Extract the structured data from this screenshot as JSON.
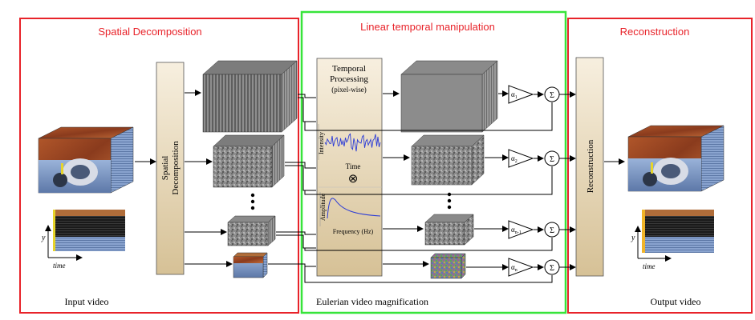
{
  "sections": {
    "spatial": {
      "title": "Spatial Decomposition",
      "caption": "Input video"
    },
    "temporal": {
      "title": "Linear temporal manipulation",
      "caption": "Eulerian video magnification"
    },
    "reconstruction": {
      "title": "Reconstruction",
      "caption": "Output video"
    }
  },
  "blocks": {
    "spatial_decomposition": "Spatial Decomposition",
    "temporal_processing": [
      "Temporal",
      "Processing",
      "(pixel-wise)"
    ],
    "reconstruction": "Reconstruction"
  },
  "plots": {
    "intensity_ylabel": "Intensity",
    "time_xlabel": "Time",
    "amplitude_ylabel": "Amplitude",
    "frequency_xlabel": "Frequency (Hz)"
  },
  "axes": {
    "y": "y",
    "time": "time"
  },
  "gains": [
    "α1",
    "α2",
    "αn-1",
    "αn"
  ],
  "gain_parts": [
    {
      "base": "α",
      "sub": "1"
    },
    {
      "base": "α",
      "sub": "2"
    },
    {
      "base": "α",
      "sub": "n-1"
    },
    {
      "base": "α",
      "sub": "n"
    }
  ],
  "sum_symbol": "Σ",
  "multiply_symbol": "⊗",
  "colors": {
    "spatial_border": "#e8232a",
    "temporal_border": "#37e43a",
    "reconstruction_border": "#e8232a",
    "title_red": "#e8232a",
    "block_fill_top": "#f4ead6",
    "block_fill_bottom": "#d9c49a",
    "signal_blue": "#2b3bd6"
  }
}
